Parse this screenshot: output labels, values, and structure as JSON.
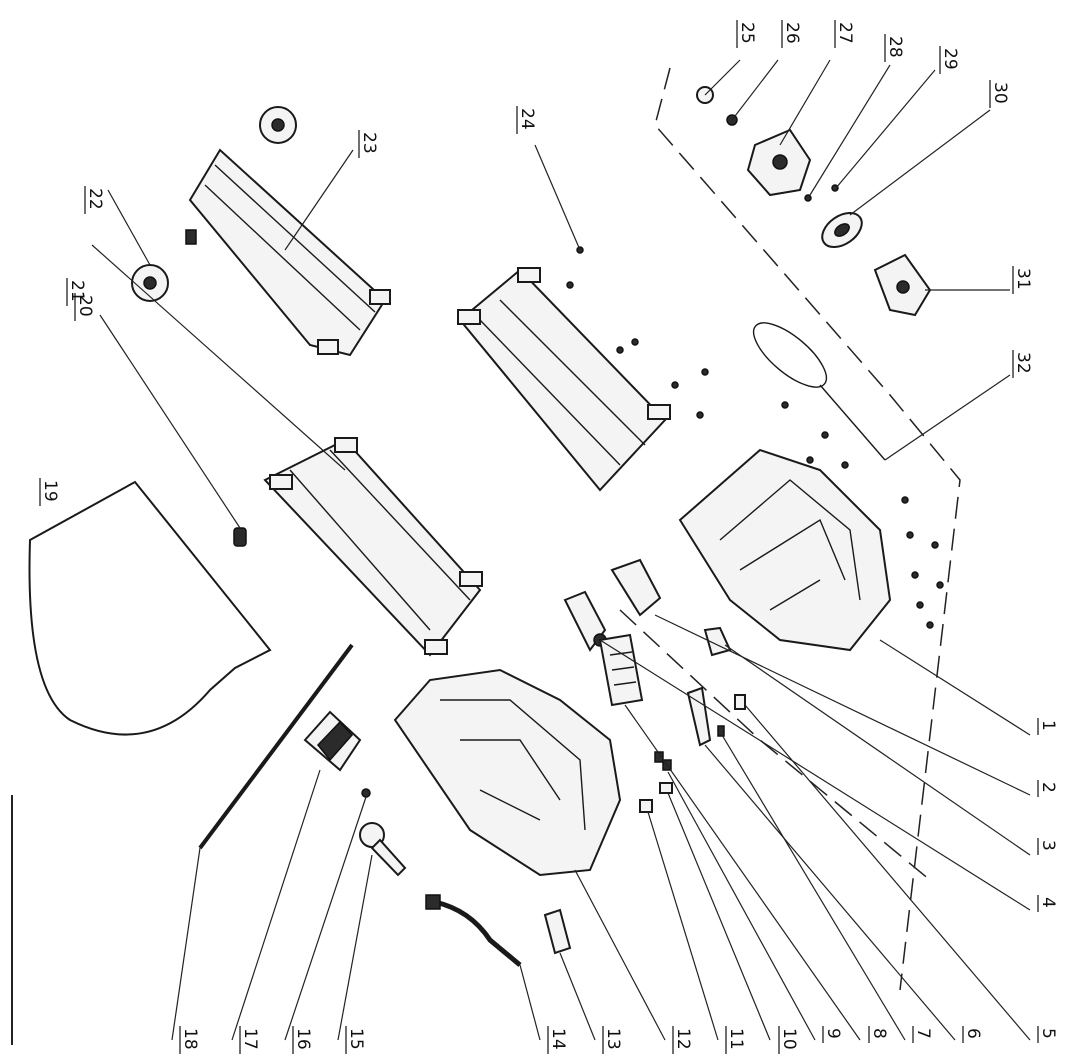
{
  "diagram": {
    "labels": [
      "1",
      "2",
      "3",
      "4",
      "5",
      "6",
      "7",
      "8",
      "9",
      "10",
      "11",
      "12",
      "13",
      "14",
      "15",
      "16",
      "17",
      "18",
      "19",
      "20",
      "21",
      "22",
      "23",
      "24",
      "25",
      "26",
      "27",
      "28",
      "29",
      "30",
      "31",
      "32"
    ],
    "colors": {
      "line": "#1a1a1a",
      "background": "#ffffff"
    }
  }
}
